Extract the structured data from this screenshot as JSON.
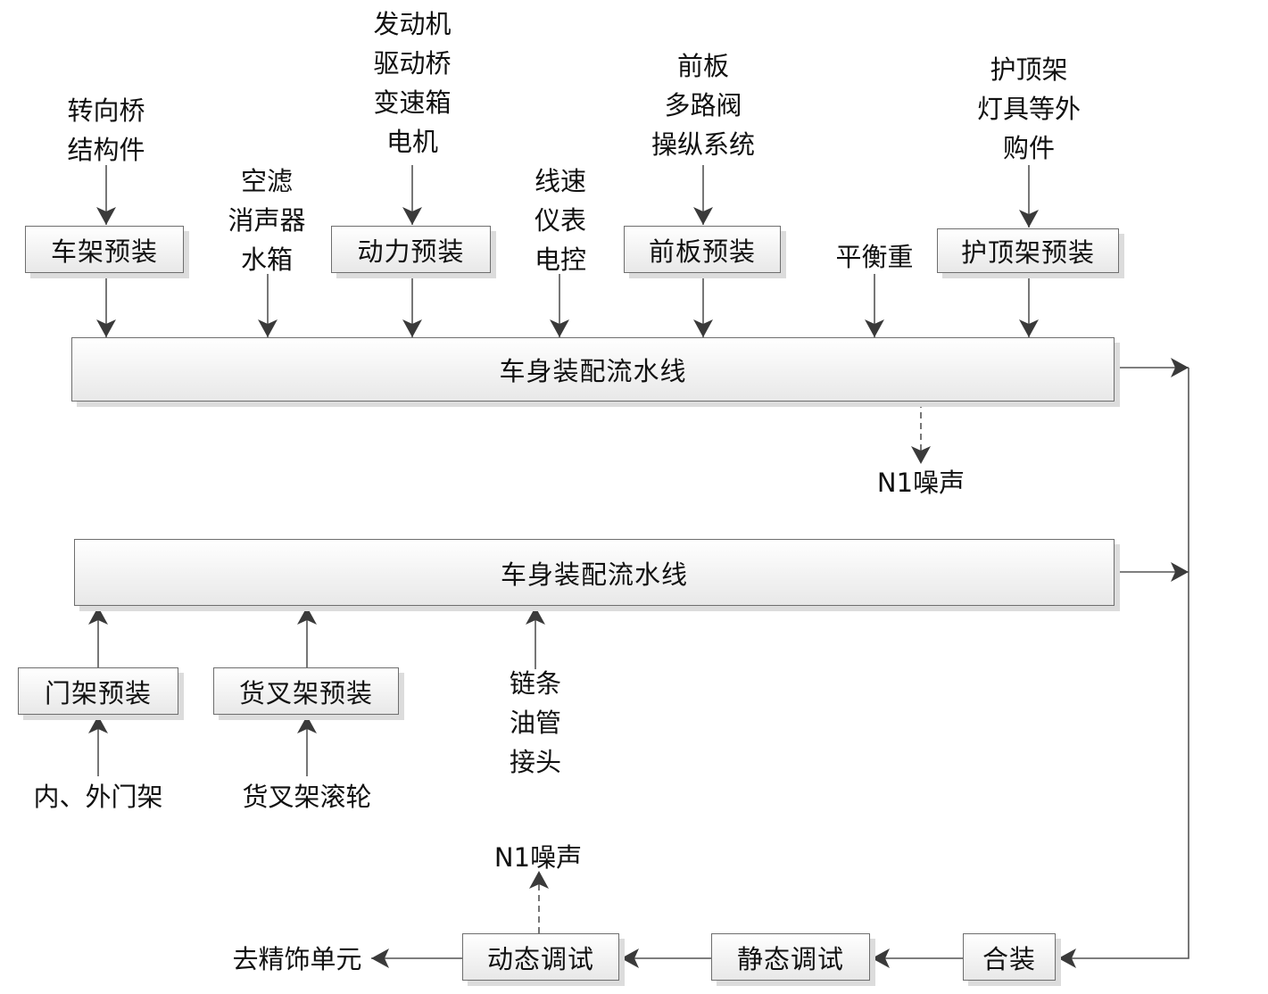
{
  "title": "车身装配流水线工艺流程",
  "inputs_top": {
    "frame_parts": [
      "转向桥",
      "结构件"
    ],
    "air_filter_etc": [
      "空滤",
      "消声器",
      "水箱"
    ],
    "power_parts": [
      "发动机",
      "驱动桥",
      "变速箱",
      "电机"
    ],
    "wiring_etc": [
      "线速",
      "仪表",
      "电控"
    ],
    "front_panel_parts": [
      "前板",
      "多路阀",
      "操纵系统"
    ],
    "counterweight": [
      "平衡重"
    ],
    "overhead_guard_parts": [
      "护顶架",
      "灯具等外",
      "购件"
    ]
  },
  "preassembly_top": {
    "frame": "车架预装",
    "power": "动力预装",
    "front_panel": "前板预装",
    "overhead_guard": "护顶架预装"
  },
  "line_upper": "车身装配流水线",
  "line_lower": "车身装配流水线",
  "noise_upper": "N1噪声",
  "preassembly_bottom": {
    "mast": "门架预装",
    "fork_carriage": "货叉架预装"
  },
  "inputs_bottom": {
    "mast_parts": [
      "内、外门架"
    ],
    "fork_parts": [
      "货叉架滚轮"
    ],
    "chain_etc": [
      "链条",
      "油管",
      "接头"
    ]
  },
  "final_steps": {
    "combine": "合装",
    "static_test": "静态调试",
    "dynamic_test": "动态调试",
    "output": "去精饰单元"
  },
  "noise_lower": "N1噪声",
  "colors": {
    "line": "#555555",
    "arrow": "#3a3a3a",
    "box_border": "#6e6e6e"
  }
}
